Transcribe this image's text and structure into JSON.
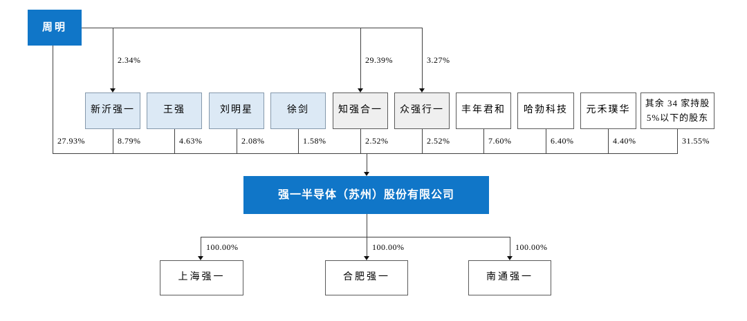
{
  "diagram_title": "equity-structure-chart",
  "colors": {
    "brand_blue": "#1076C8",
    "light_blue_fill": "#DCE9F5",
    "light_blue_border": "#8498AB",
    "gray_fill": "#EFEFEF",
    "box_border_gray": "#595959",
    "line_color": "#404040",
    "text_on_blue": "#FFFFFF",
    "text_default": "#000000"
  },
  "root": {
    "name": "周明",
    "direct_pct": "27.93%"
  },
  "top_arrow_pcts": [
    "2.34%",
    "29.39%",
    "3.27%"
  ],
  "shareholders": [
    {
      "name": "新沂强一",
      "pct": "8.79%"
    },
    {
      "name": "王强",
      "pct": "4.63%"
    },
    {
      "name": "刘明星",
      "pct": "2.08%"
    },
    {
      "name": "徐剑",
      "pct": "1.58%"
    },
    {
      "name": "知强合一",
      "pct": "2.52%"
    },
    {
      "name": "众强行一",
      "pct": "2.52%"
    },
    {
      "name": "丰年君和",
      "pct": "7.60%"
    },
    {
      "name": "哈勃科技",
      "pct": "6.40%"
    },
    {
      "name": "元禾璞华",
      "pct": "4.40%"
    },
    {
      "name_line1": "其余 34 家持股",
      "name_line2": "5%以下的股东",
      "pct": "31.55%"
    }
  ],
  "company": {
    "name": "强一半导体（苏州）股份有限公司"
  },
  "subsidiaries": [
    {
      "name": "上海强一",
      "pct": "100.00%"
    },
    {
      "name": "合肥强一",
      "pct": "100.00%"
    },
    {
      "name": "南通强一",
      "pct": "100.00%"
    }
  ]
}
